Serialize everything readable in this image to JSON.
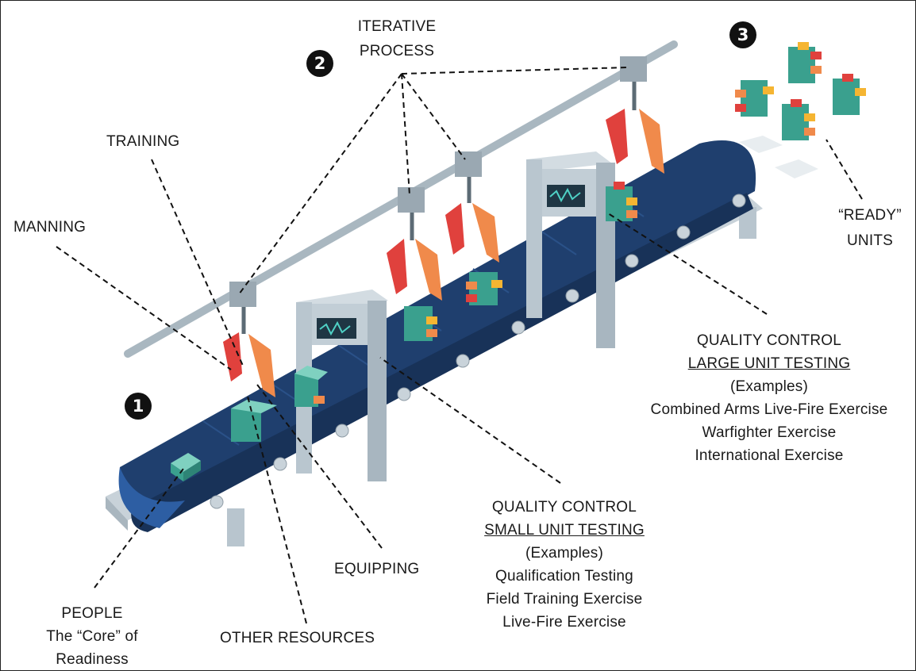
{
  "badges": {
    "one": "1",
    "two": "2",
    "three": "3"
  },
  "labels": {
    "iterative_line1": "ITERATIVE",
    "iterative_line2": "PROCESS",
    "training": "TRAINING",
    "manning": "MANNING",
    "ready_line1": "“READY”",
    "ready_line2": "UNITS",
    "equipping": "EQUIPPING",
    "people_line1": "PEOPLE",
    "people_line2": "The “Core” of",
    "people_line3": "Readiness",
    "other_resources": "OTHER RESOURCES"
  },
  "large_unit": {
    "title": "QUALITY CONTROL",
    "subtitle": "LARGE UNIT TESTING",
    "examples_label": "(Examples)",
    "examples": [
      "Combined Arms Live-Fire Exercise",
      "Warfighter Exercise",
      "International Exercise"
    ]
  },
  "small_unit": {
    "title": "QUALITY CONTROL",
    "subtitle": "SMALL UNIT TESTING",
    "examples_label": "(Examples)",
    "examples": [
      "Qualification Testing",
      "Field Training Exercise",
      "Live-Fire Exercise"
    ]
  },
  "colors": {
    "belt": "#1f3f6e",
    "belt_edge": "#2d5ea3",
    "frame": "#b9c6cf",
    "rail": "#a9b7c0",
    "claw_orange": "#f08a4b",
    "claw_red": "#e0413d",
    "block_teal": "#3aa08e",
    "block_yellow": "#f5b532"
  }
}
